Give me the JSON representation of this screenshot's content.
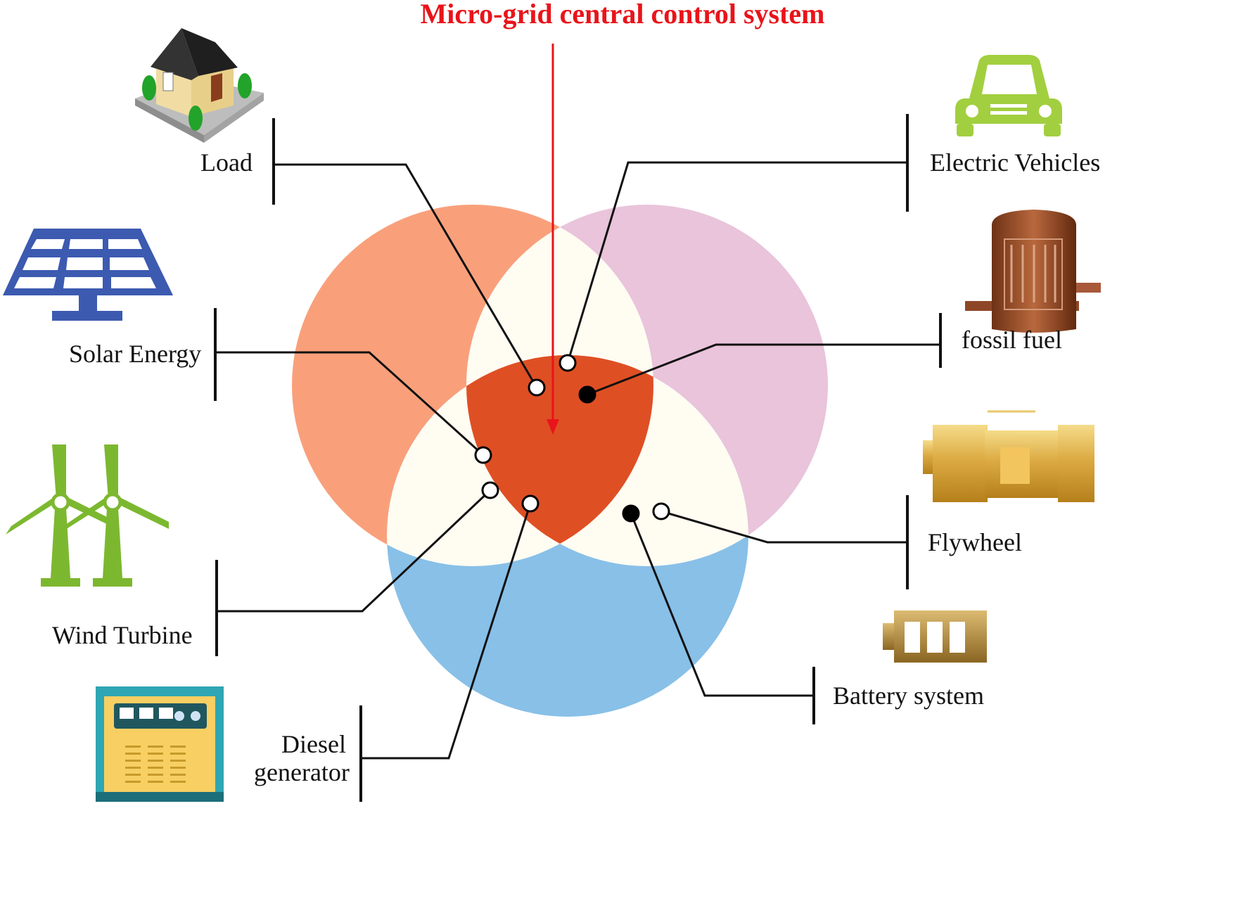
{
  "title": "Micro-grid central control system",
  "colors": {
    "title_red": "#e8141a",
    "circle_orange": "#f9a07b",
    "circle_pink": "#e9c4db",
    "circle_blue": "#88c0e8",
    "overlap_light": "#fffcf2",
    "center_red": "#df4f24"
  },
  "components": [
    {
      "key": "load",
      "label": "Load",
      "icon": "house-icon",
      "connector": "hollow"
    },
    {
      "key": "ev",
      "label": "Electric Vehicles",
      "icon": "car-icon",
      "connector": "hollow"
    },
    {
      "key": "fossil",
      "label": "fossil fuel",
      "icon": "fossil-fuel-tank-icon",
      "connector": "filled"
    },
    {
      "key": "solar",
      "label": "Solar Energy",
      "icon": "solar-panel-icon",
      "connector": "hollow"
    },
    {
      "key": "flywheel",
      "label": "Flywheel",
      "icon": "flywheel-icon",
      "connector": "hollow"
    },
    {
      "key": "wind",
      "label": "Wind Turbine",
      "icon": "wind-turbine-icon",
      "connector": "hollow"
    },
    {
      "key": "battery",
      "label": "Battery system",
      "icon": "battery-icon",
      "connector": "filled"
    },
    {
      "key": "diesel",
      "label_line1": "Diesel",
      "label_line2": "generator",
      "icon": "diesel-generator-icon",
      "connector": "hollow"
    }
  ]
}
